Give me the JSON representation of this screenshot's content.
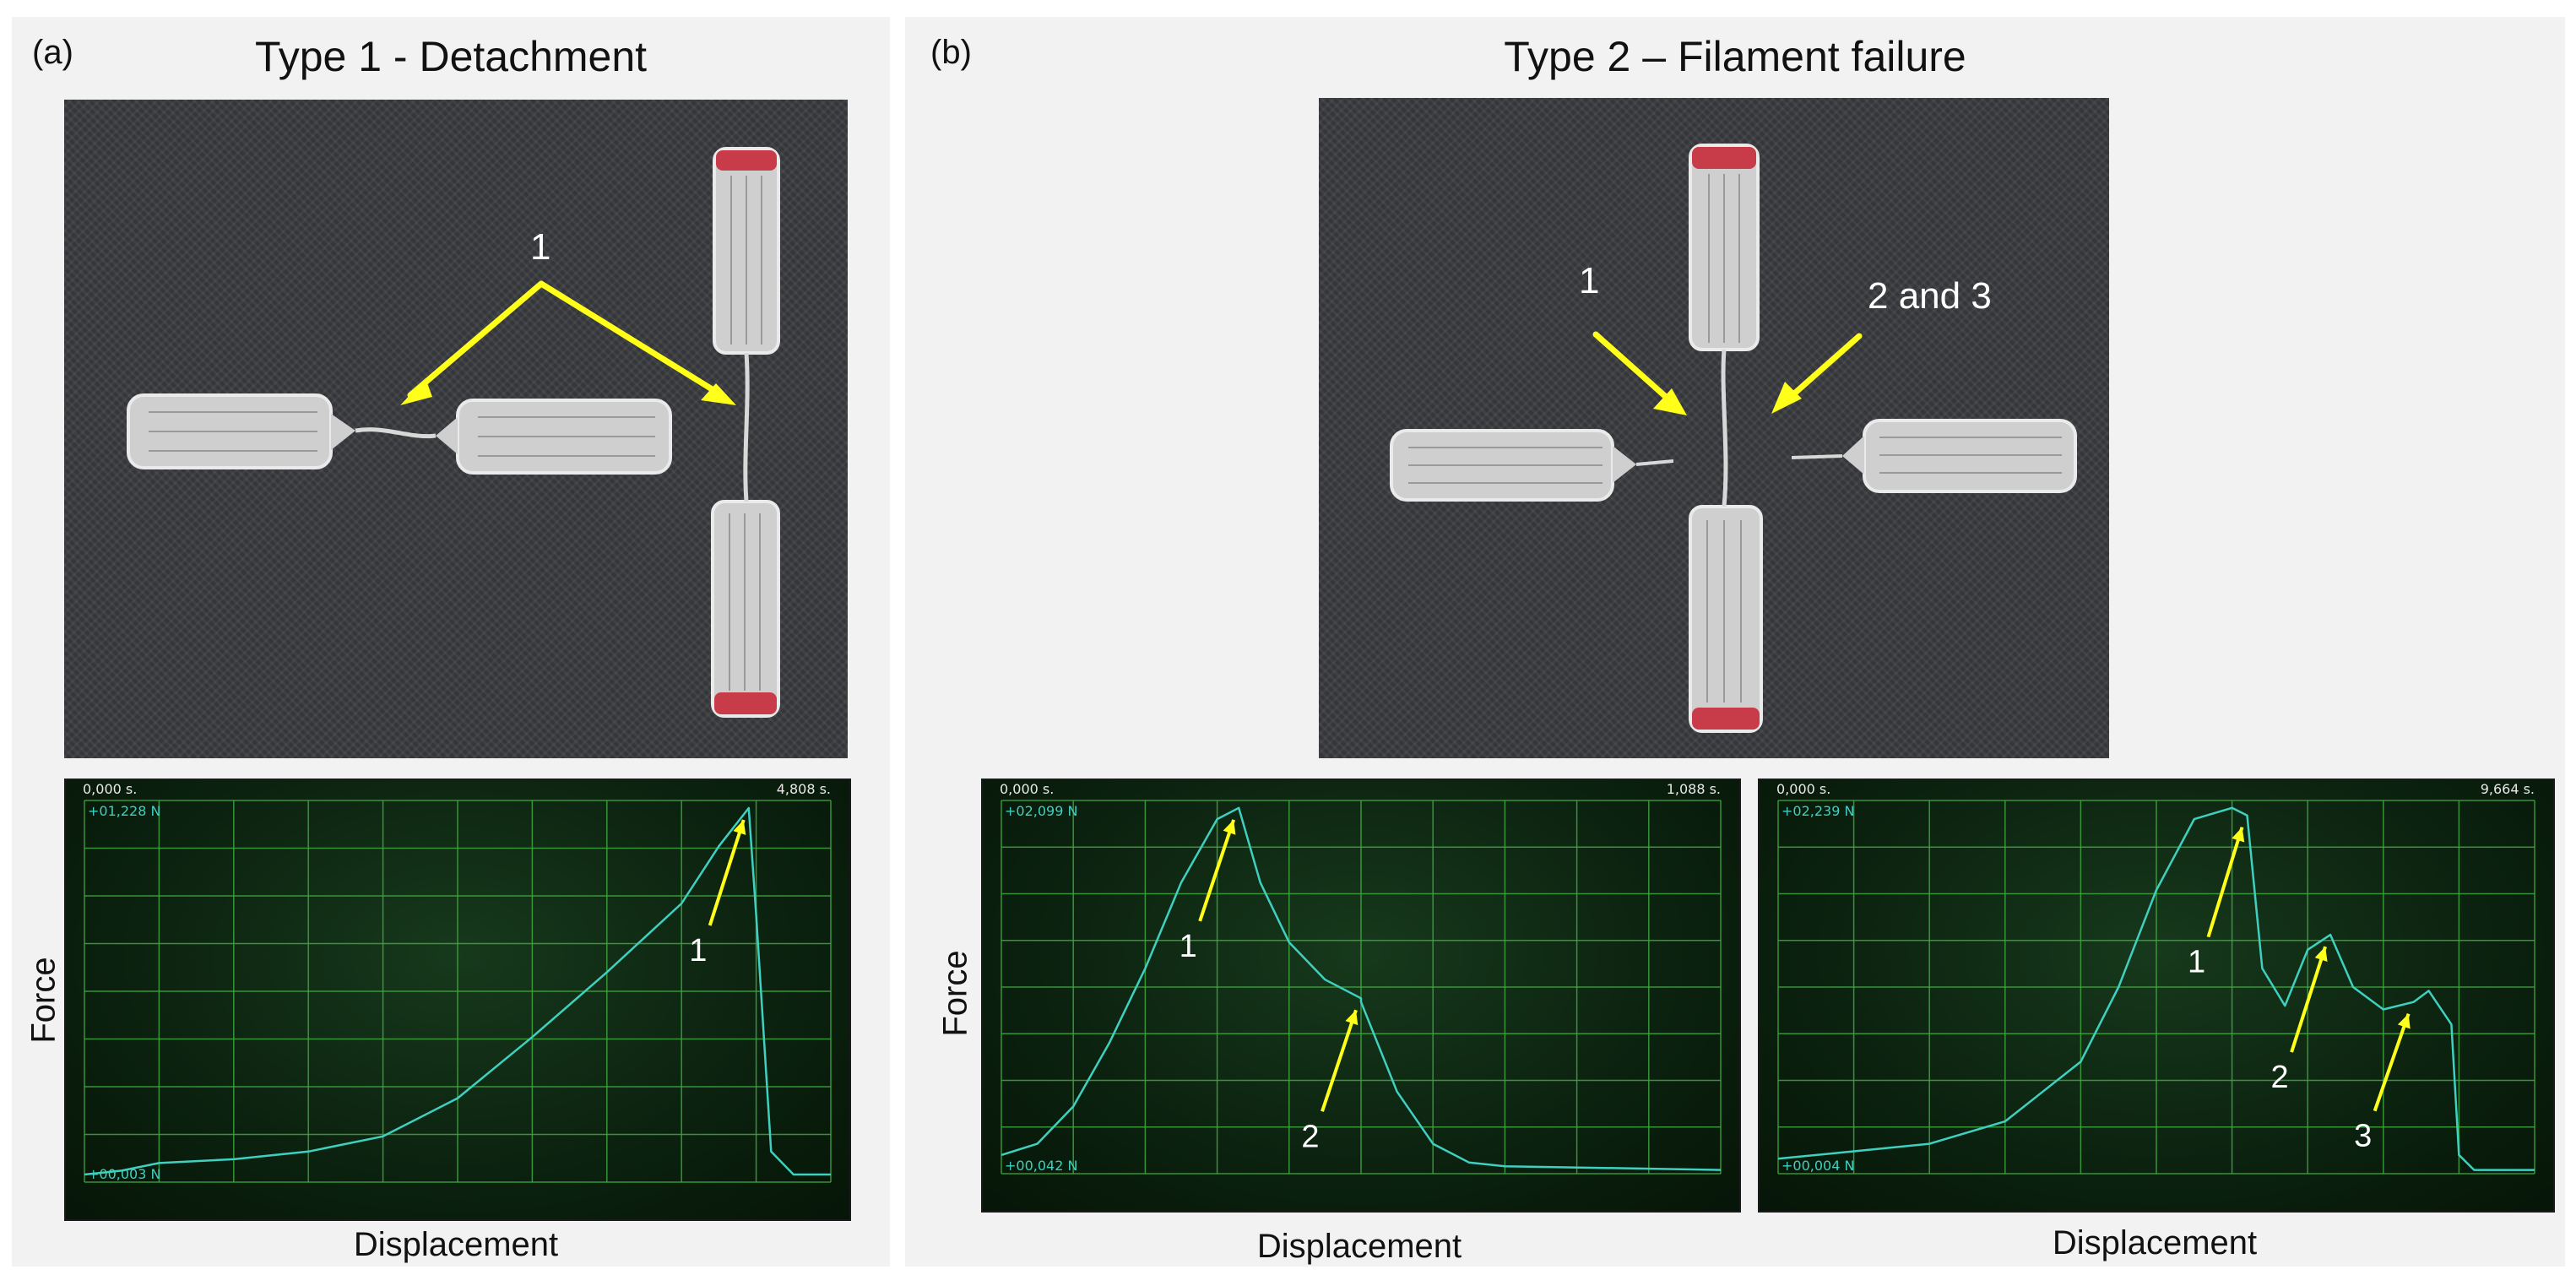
{
  "panels": [
    {
      "letter": "(a)",
      "title": "Type 1 - Detachment",
      "photo_labels": [
        "1"
      ]
    },
    {
      "letter": "(b)",
      "title": "Type 2 – Filament failure",
      "photo_labels": [
        "1",
        "2 and 3"
      ]
    }
  ],
  "axis": {
    "force": "Force",
    "displacement": "Displacement"
  },
  "colors": {
    "trace": "#3fd0c0",
    "grid": "#3fa83f",
    "arrow": "#ffff1a",
    "panel_bg": "#f2f2f2"
  },
  "scopes": [
    {
      "time_start": "0,000 s.",
      "time_end": "4,808 s.",
      "force_max": "+01,228 N",
      "force_min": "+00,003 N",
      "annotations": [
        "1"
      ]
    },
    {
      "time_start": "0,000 s.",
      "time_end": "1,088 s.",
      "force_max": "+02,099 N",
      "force_min": "+00,042 N",
      "annotations": [
        "1",
        "2"
      ]
    },
    {
      "time_start": "0,000 s.",
      "time_end": "9,664 s.",
      "force_max": "+02,239 N",
      "force_min": "+00,004 N",
      "annotations": [
        "1",
        "2",
        "3"
      ]
    }
  ],
  "chart_data": [
    {
      "type": "line",
      "xlabel": "Displacement",
      "ylabel": "Force",
      "y_max_label": "+01,228 N",
      "y_min_label": "+00,003 N",
      "grid": true,
      "series": [
        {
          "x": [
            0,
            0.05,
            0.1,
            0.2,
            0.3,
            0.4,
            0.5,
            0.6,
            0.7,
            0.8,
            0.85,
            0.89,
            0.9,
            0.92,
            0.95,
            1.0
          ],
          "y": [
            0.02,
            0.03,
            0.05,
            0.06,
            0.08,
            0.12,
            0.22,
            0.38,
            0.55,
            0.73,
            0.88,
            0.98,
            0.7,
            0.08,
            0.02,
            0.02
          ]
        }
      ]
    },
    {
      "type": "line",
      "xlabel": "Displacement",
      "ylabel": "Force",
      "y_max_label": "+02,099 N",
      "y_min_label": "+00,042 N",
      "grid": true,
      "series": [
        {
          "x": [
            0,
            0.05,
            0.1,
            0.15,
            0.2,
            0.25,
            0.3,
            0.33,
            0.36,
            0.4,
            0.45,
            0.5,
            0.5,
            0.55,
            0.6,
            0.65,
            0.7,
            1.0
          ],
          "y": [
            0.05,
            0.08,
            0.18,
            0.35,
            0.55,
            0.78,
            0.95,
            0.98,
            0.78,
            0.62,
            0.52,
            0.47,
            0.46,
            0.22,
            0.08,
            0.03,
            0.02,
            0.01
          ]
        }
      ]
    },
    {
      "type": "line",
      "xlabel": "Displacement",
      "ylabel": "Force",
      "y_max_label": "+02,239 N",
      "y_min_label": "+00,004 N",
      "grid": true,
      "series": [
        {
          "x": [
            0,
            0.1,
            0.2,
            0.3,
            0.4,
            0.45,
            0.5,
            0.55,
            0.6,
            0.62,
            0.64,
            0.67,
            0.7,
            0.73,
            0.76,
            0.8,
            0.84,
            0.86,
            0.89,
            0.9,
            0.92,
            1.0
          ],
          "y": [
            0.04,
            0.06,
            0.08,
            0.14,
            0.3,
            0.5,
            0.76,
            0.95,
            0.98,
            0.96,
            0.55,
            0.45,
            0.6,
            0.64,
            0.5,
            0.44,
            0.46,
            0.49,
            0.4,
            0.05,
            0.01,
            0.01
          ]
        }
      ]
    }
  ]
}
